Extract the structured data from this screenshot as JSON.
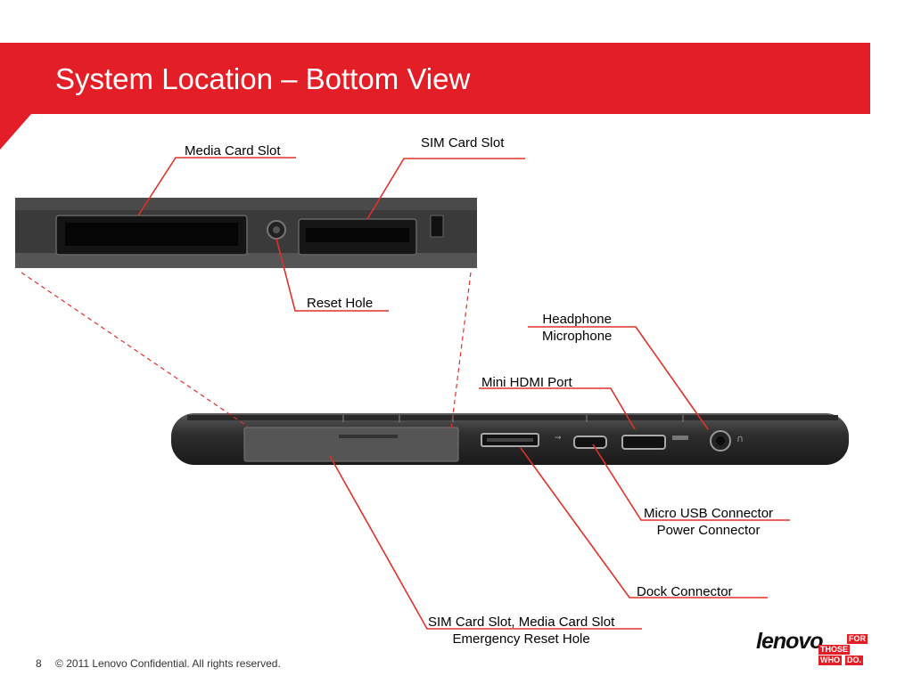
{
  "slide": {
    "title": "System Location – Bottom View",
    "page_number": "8",
    "copyright": "© 2011 Lenovo Confidential. All rights reserved."
  },
  "labels": {
    "media_card_slot": "Media Card Slot",
    "sim_card_slot": "SIM Card Slot",
    "reset_hole": "Reset Hole",
    "headphone": "Headphone",
    "microphone": "Microphone",
    "mini_hdmi_port": "Mini HDMI Port",
    "micro_usb_connector": "Micro USB Connector",
    "power_connector": "Power Connector",
    "dock_connector": "Dock Connector",
    "sim_media_slot": "SIM Card Slot, Media Card Slot",
    "emergency_reset_hole": "Emergency Reset Hole"
  },
  "logo": {
    "wordmark": "lenovo",
    "tagline_1": "FOR",
    "tagline_2": "THOSE",
    "tagline_3": "WHO",
    "tagline_4": "DO."
  },
  "colors": {
    "brand_red": "#e41e26",
    "callout_line": "#e0302a",
    "device_dark": "#2a2a2a"
  },
  "icons": {
    "usb_symbol": "usb-icon",
    "hdmi_symbol": "hdmi-icon",
    "headphone_symbol": "headphone-icon"
  }
}
